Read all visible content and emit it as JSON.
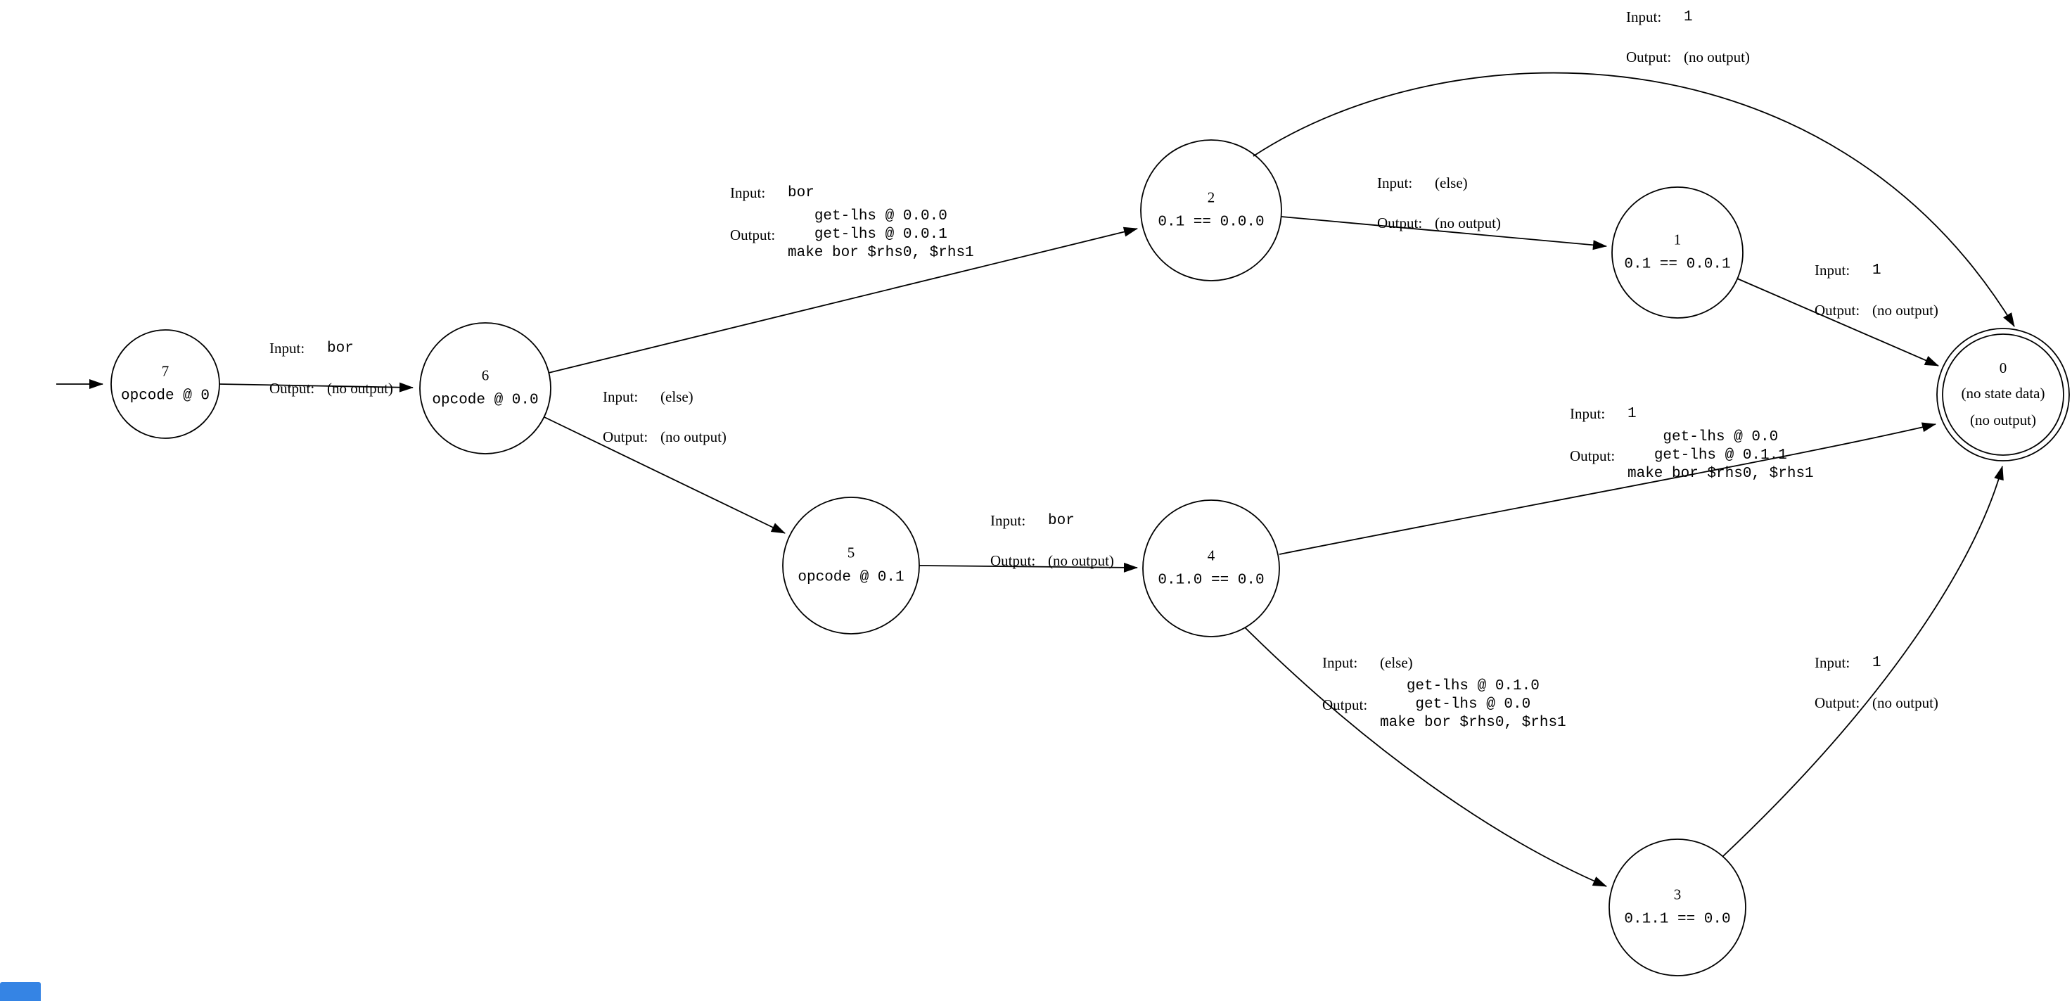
{
  "diagram": {
    "type": "state-machine-graph",
    "background": "#ffffff",
    "stroke_color": "#000000",
    "accent_blue": "#3584e4",
    "labels": {
      "input_key": "Input:",
      "output_key": "Output:"
    },
    "nodes": {
      "n7": {
        "id": "7",
        "state": "opcode @ 0"
      },
      "n6": {
        "id": "6",
        "state": "opcode @ 0.0"
      },
      "n2": {
        "id": "2",
        "state": "0.1 == 0.0.0"
      },
      "n1": {
        "id": "1",
        "state": "0.1 == 0.0.1"
      },
      "n5": {
        "id": "5",
        "state": "opcode @ 0.1"
      },
      "n4": {
        "id": "4",
        "state": "0.1.0 == 0.0"
      },
      "n3": {
        "id": "3",
        "state": "0.1.1 == 0.0"
      },
      "n0": {
        "id": "0",
        "state": "(no state data)",
        "output": "(no output)"
      }
    },
    "edges": {
      "e7_6": {
        "from": "7",
        "to": "6",
        "input": "bor",
        "output": "(no output)"
      },
      "e6_2": {
        "from": "6",
        "to": "2",
        "input": "bor",
        "output_lines": [
          "get-lhs @ 0.0.0",
          "get-lhs @ 0.0.1",
          "make bor $rhs0, $rhs1"
        ]
      },
      "e6_5": {
        "from": "6",
        "to": "5",
        "input": "(else)",
        "output": "(no output)"
      },
      "e2_0": {
        "from": "2",
        "to": "0",
        "input": "1",
        "output": "(no output)"
      },
      "e2_1": {
        "from": "2",
        "to": "1",
        "input": "(else)",
        "output": "(no output)"
      },
      "e1_0": {
        "from": "1",
        "to": "0",
        "input": "1",
        "output": "(no output)"
      },
      "e5_4": {
        "from": "5",
        "to": "4",
        "input": "bor",
        "output": "(no output)"
      },
      "e4_0": {
        "from": "4",
        "to": "0",
        "input": "1",
        "output_lines": [
          "get-lhs @ 0.0",
          "get-lhs @ 0.1.1",
          "make bor $rhs0, $rhs1"
        ]
      },
      "e4_3": {
        "from": "4",
        "to": "3",
        "input": "(else)",
        "output_lines": [
          "get-lhs @ 0.1.0",
          "get-lhs @ 0.0",
          "make bor $rhs0, $rhs1"
        ]
      },
      "e3_0": {
        "from": "3",
        "to": "0",
        "input": "1",
        "output": "(no output)"
      }
    }
  }
}
